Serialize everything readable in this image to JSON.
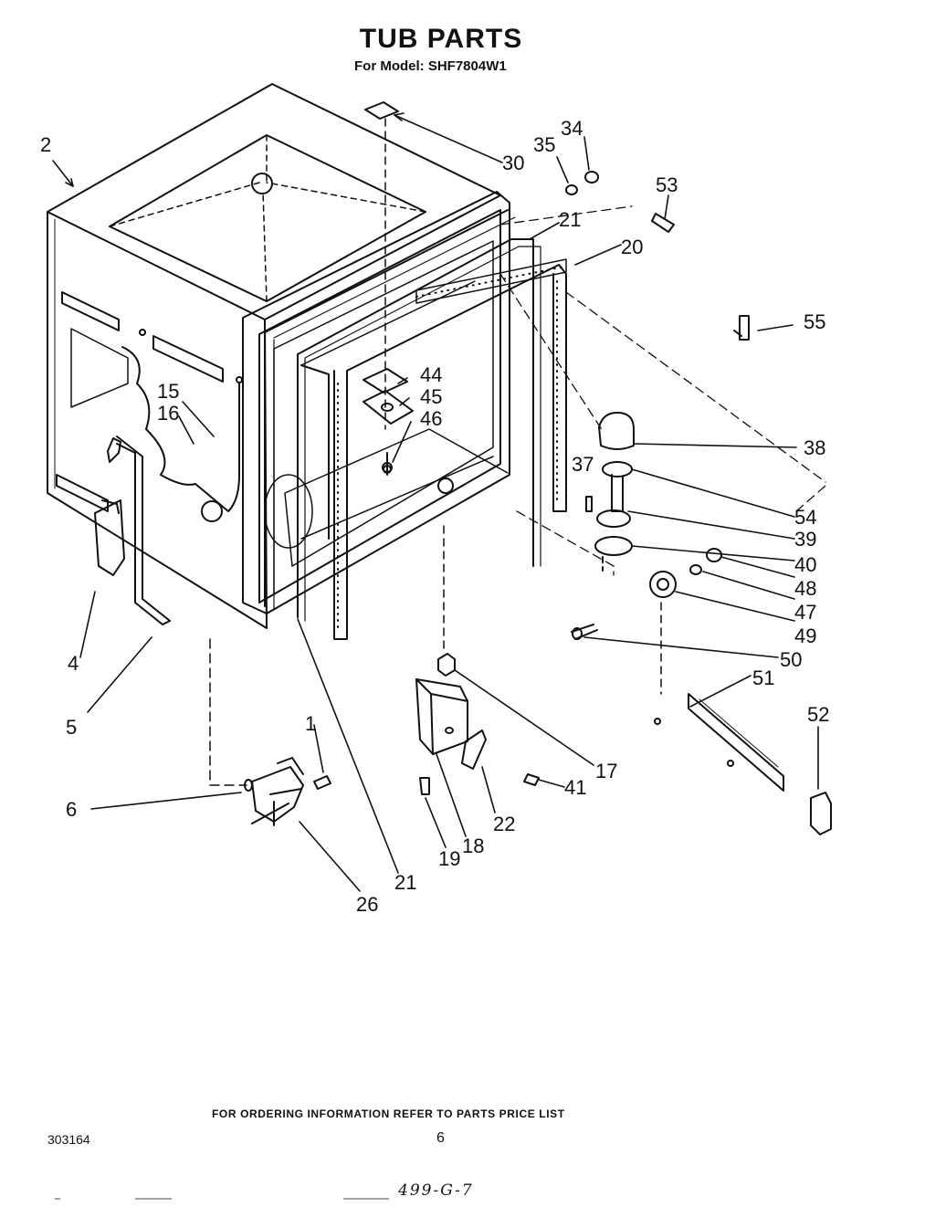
{
  "header": {
    "title": "TUB PARTS",
    "model_line": "For Model: SHF7804W1"
  },
  "callouts": [
    "2",
    "30",
    "35",
    "34",
    "53",
    "21",
    "20",
    "55",
    "44",
    "45",
    "46",
    "15",
    "16",
    "38",
    "37",
    "54",
    "39",
    "40",
    "48",
    "47",
    "49",
    "50",
    "4",
    "51",
    "52",
    "5",
    "17",
    "1",
    "41",
    "22",
    "6",
    "18",
    "19",
    "26",
    "21"
  ],
  "footer": {
    "ordering_note": "FOR ORDERING INFORMATION REFER TO PARTS PRICE LIST",
    "doc_number": "303164",
    "page_number": "6",
    "handwritten": "499-G-7"
  }
}
